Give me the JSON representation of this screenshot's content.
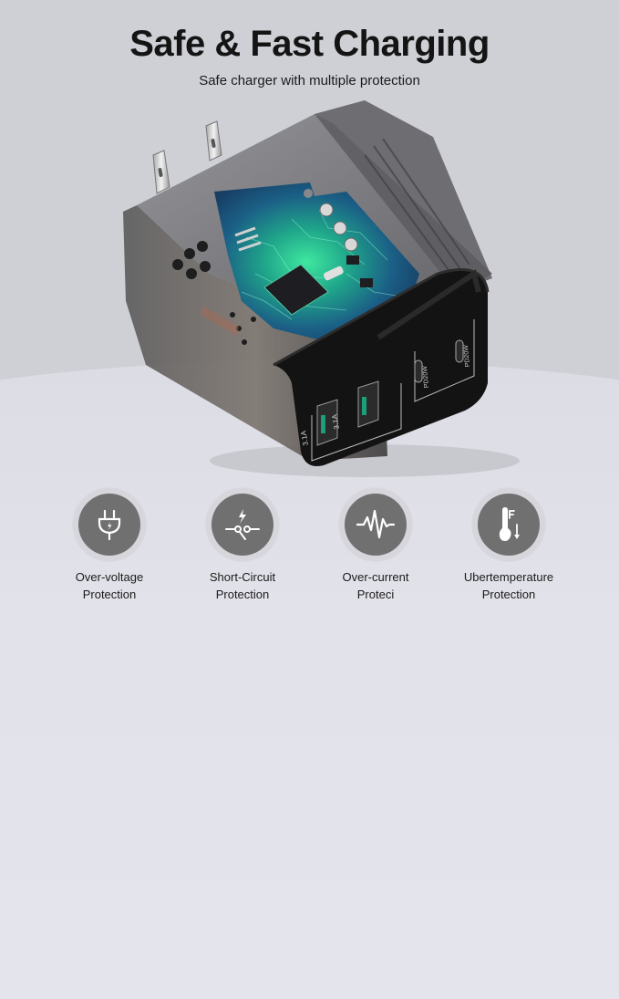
{
  "header": {
    "title": "Safe & Fast Charging",
    "subtitle": "Safe charger with multiple protection"
  },
  "product": {
    "name": "transparent-usb-wall-charger",
    "ports": [
      {
        "type": "USB-A",
        "label": "3.1A"
      },
      {
        "type": "USB-A",
        "label": "3.1A"
      },
      {
        "type": "USB-C",
        "label": "PD20W"
      },
      {
        "type": "USB-C",
        "label": "PD20W"
      }
    ]
  },
  "features": [
    {
      "icon": "plug-icon",
      "line1": "Over-voltage",
      "line2": "Protection"
    },
    {
      "icon": "short-circuit-icon",
      "line1": "Short-Circuit",
      "line2": "Protection"
    },
    {
      "icon": "waveform-icon",
      "line1": "Over-current",
      "line2": "Proteci"
    },
    {
      "icon": "thermometer-icon",
      "line1": "Ubertemperature",
      "line2": "Protection"
    }
  ],
  "colors": {
    "background": "#cfd0d6",
    "floor": "#e2e2ea",
    "icon_circle": "#707070",
    "pcb_green": "#27c08a",
    "pcb_blue": "#1d4f7a"
  }
}
